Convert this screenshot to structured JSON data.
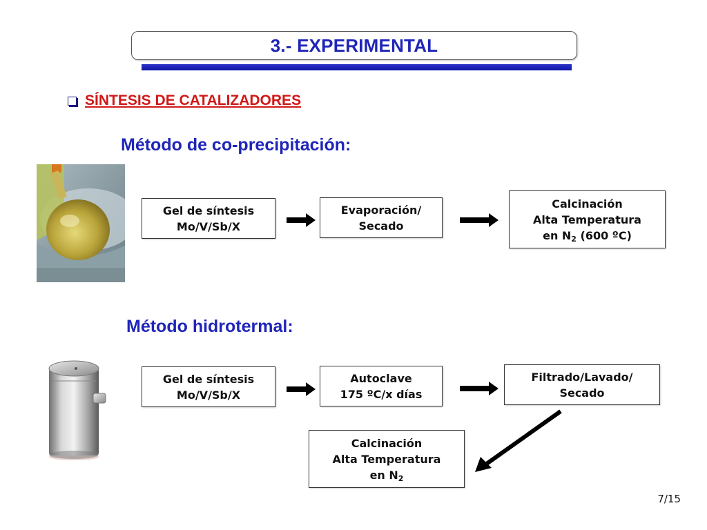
{
  "slide": {
    "title": "3.- EXPERIMENTAL",
    "section": "SÍNTESIS DE CATALIZADORES",
    "page": "7/15"
  },
  "coprecipitation": {
    "heading": "Método de co-precipitación:",
    "step1": [
      "Gel de síntesis",
      "Mo/V/Sb/X"
    ],
    "step2": [
      "Evaporación/",
      "Secado"
    ],
    "step3": [
      "Calcinación",
      "Alta Temperatura",
      "en N",
      "2",
      " (600 ºC)"
    ]
  },
  "hydrothermal": {
    "heading": "Método hidrotermal:",
    "step1": [
      "Gel de síntesis",
      "Mo/V/Sb/X"
    ],
    "step2": [
      "Autoclave",
      "175 ºC/x días"
    ],
    "step3": [
      "Filtrado/Lavado/",
      "Secado"
    ],
    "step4": [
      "Calcinación",
      "Alta Temperatura",
      "en N",
      "2"
    ]
  },
  "icons": {
    "flask_photo": "flask-photo-icon",
    "autoclave_photo": "autoclave-photo-icon",
    "bullet": "checkbox-bullet-icon",
    "arrow": "right-arrow-icon"
  },
  "colors": {
    "title": "#1f25b8",
    "section": "#d11818",
    "bar": "#1a22b8"
  }
}
